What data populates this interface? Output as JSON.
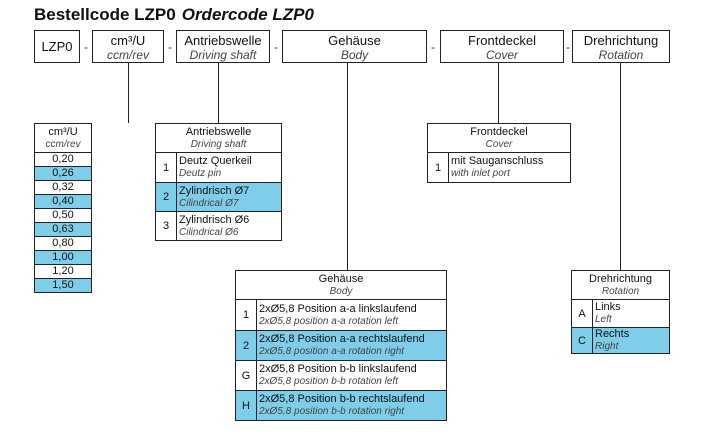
{
  "title": {
    "de": "Bestellcode LZP0",
    "en": "Ordercode LZP0"
  },
  "header": {
    "model": "LZP0",
    "ccm": {
      "de": "cm³/U",
      "en": "ccm/rev"
    },
    "shaft": {
      "de": "Antriebswelle",
      "en": "Driving shaft"
    },
    "body": {
      "de": "Gehäuse",
      "en": "Body"
    },
    "cover": {
      "de": "Frontdeckel",
      "en": "Cover"
    },
    "rotation": {
      "de": "Drehrichtung",
      "en": "Rotation"
    },
    "separator": "-"
  },
  "ccm_table": {
    "title_de": "cm³/U",
    "title_en": "ccm/rev",
    "values": [
      "0,20",
      "0,26",
      "0,32",
      "0,40",
      "0,50",
      "0,63",
      "0,80",
      "1,00",
      "1,20",
      "1,50"
    ],
    "highlight_color": "#7ecde9"
  },
  "shaft_table": {
    "title_de": "Antriebswelle",
    "title_en": "Driving shaft",
    "rows": [
      {
        "code": "1",
        "de": "Deutz Querkeil",
        "en": "Deutz pin",
        "hl": false
      },
      {
        "code": "2",
        "de": "Zylindrisch Ø7",
        "en": "Cilindrical Ø7",
        "hl": true
      },
      {
        "code": "3",
        "de": "Zylindrisch Ø6",
        "en": "Cilindrical Ø6",
        "hl": false
      }
    ]
  },
  "cover_table": {
    "title_de": "Frontdeckel",
    "title_en": "Cover",
    "rows": [
      {
        "code": "1",
        "de": "mit Sauganschluss",
        "en": "with inlet port",
        "hl": false
      }
    ]
  },
  "body_table": {
    "title_de": "Gehäuse",
    "title_en": "Body",
    "rows": [
      {
        "code": "1",
        "de": "2xØ5,8 Position a-a linkslaufend",
        "en": "2xØ5,8 position a-a rotation left",
        "hl": false
      },
      {
        "code": "2",
        "de": "2xØ5,8 Position a-a rechtslaufend",
        "en": "2xØ5,8 position a-a rotation right",
        "hl": true
      },
      {
        "code": "G",
        "de": "2xØ5,8 Position b-b linkslaufend",
        "en": "2xØ5,8 position b-b rotation left",
        "hl": false
      },
      {
        "code": "H",
        "de": "2xØ5,8 Position b-b rechtslaufend",
        "en": "2xØ5,8 position b-b rotation right",
        "hl": true
      }
    ]
  },
  "rotation_table": {
    "title_de": "Drehrichtung",
    "title_en": "Rotation",
    "rows": [
      {
        "code": "A",
        "de": "Links",
        "en": "Left",
        "hl": false
      },
      {
        "code": "C",
        "de": "Rechts",
        "en": "Right",
        "hl": true
      }
    ]
  }
}
